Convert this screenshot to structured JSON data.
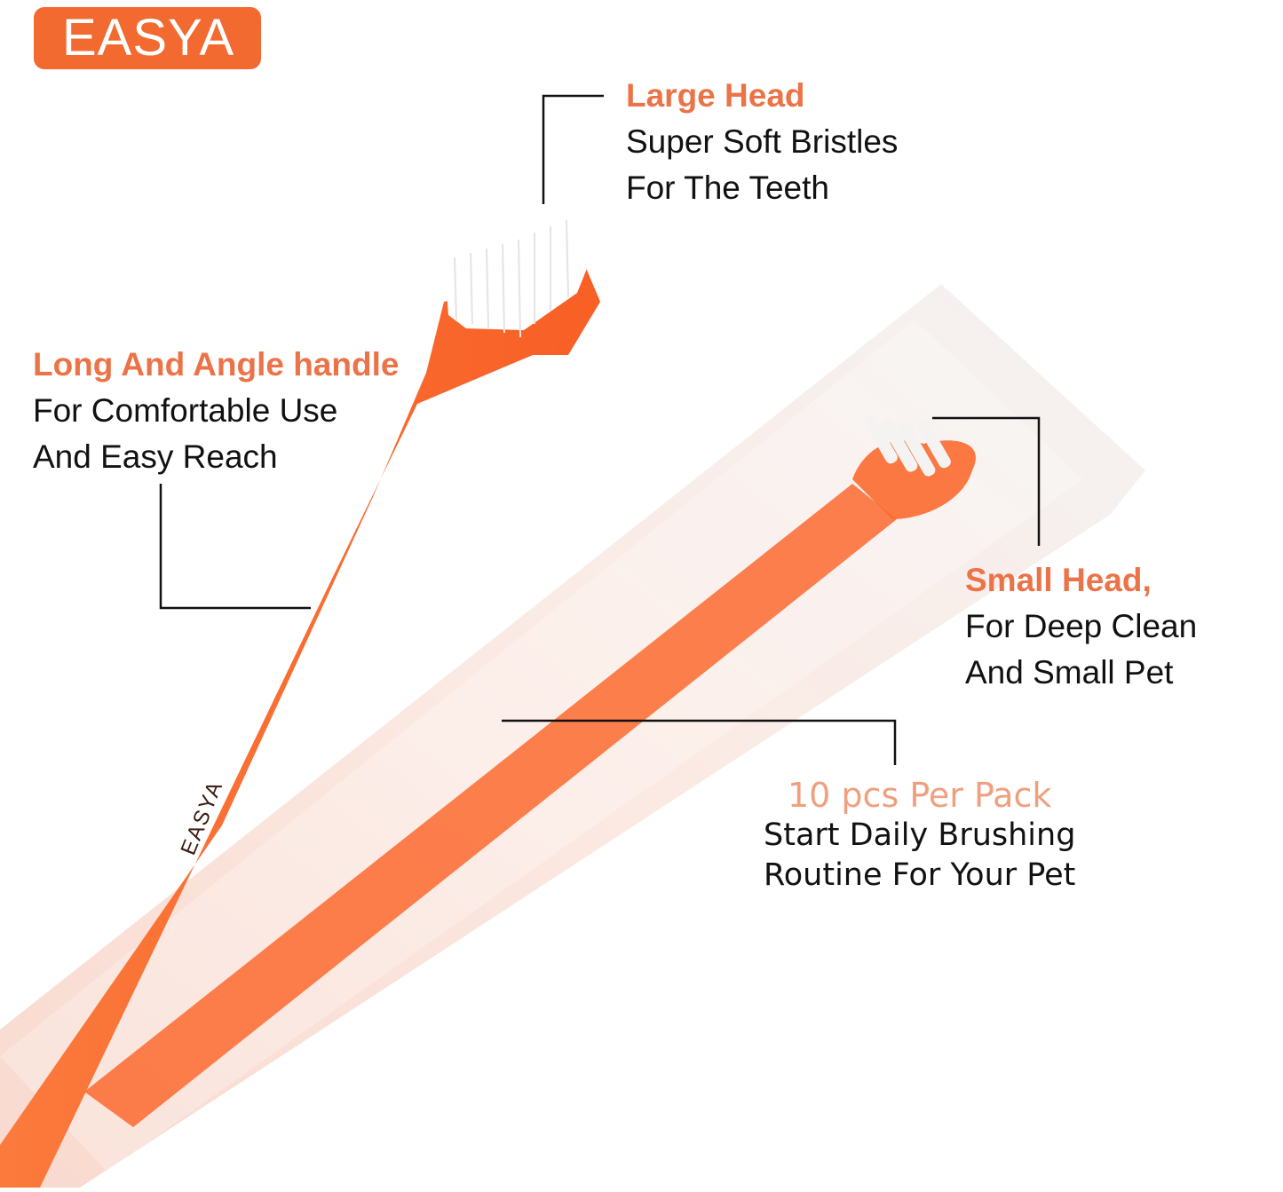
{
  "brand": {
    "logo_text": "EASYA",
    "handle_imprint": "EASYA",
    "colors": {
      "logo_bg": "#f26a30",
      "brush_orange": "#fb6a2f",
      "heading_orange": "#ec7348",
      "pack_heading": "#efa07e",
      "bristles": "#ffffff",
      "packaging": "#fbe3da"
    }
  },
  "callouts": [
    {
      "heading": "Large Head",
      "lines": [
        "Super Soft Bristles",
        "For The Teeth"
      ]
    },
    {
      "heading": "Long And Angle handle",
      "lines": [
        "For Comfortable Use",
        "And Easy Reach"
      ]
    },
    {
      "heading": "Small Head,",
      "lines": [
        "For Deep Clean",
        "And Small Pet"
      ]
    },
    {
      "heading": "10 pcs Per Pack",
      "lines": [
        "Start Daily Brushing",
        "Routine For Your Pet"
      ]
    }
  ]
}
